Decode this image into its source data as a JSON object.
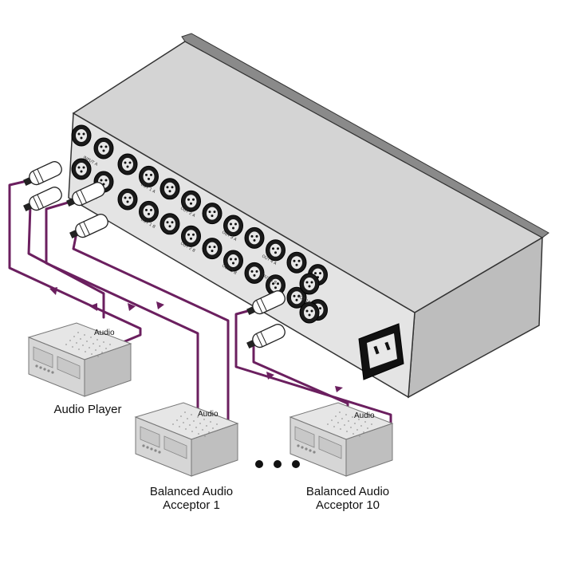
{
  "labels": {
    "audio_player": "Audio Player",
    "acceptor_1": [
      "Balanced Audio",
      "Acceptor 1"
    ],
    "acceptor_10": [
      "Balanced Audio",
      "Acceptor 10"
    ],
    "cable_player": "Audio",
    "cable_acceptor_1": "Audio",
    "cable_acceptor_10": "Audio"
  },
  "panel_labels": {
    "in_a": "INPUT A",
    "in_b": "INPUT B",
    "out_1a": "OUT 1 A",
    "out_1b": "OUT 1 B",
    "out_2a": "OUT 2 A",
    "out_2b": "OUT 2 B",
    "out_3a": "OUT 3 A",
    "out_3b": "OUT 3 B",
    "out_4a": "OUT 4 A",
    "out_4b": "OUT 4 B",
    "out_10": "OUT 10"
  },
  "ellipsis": "● ● ●",
  "colors": {
    "cable": "#6b1f5f",
    "chassis_top": "#d9d9d9",
    "chassis_side": "#c2c2c2",
    "chassis_front": "#e2e2e2",
    "connector": "#1a1a1a"
  }
}
